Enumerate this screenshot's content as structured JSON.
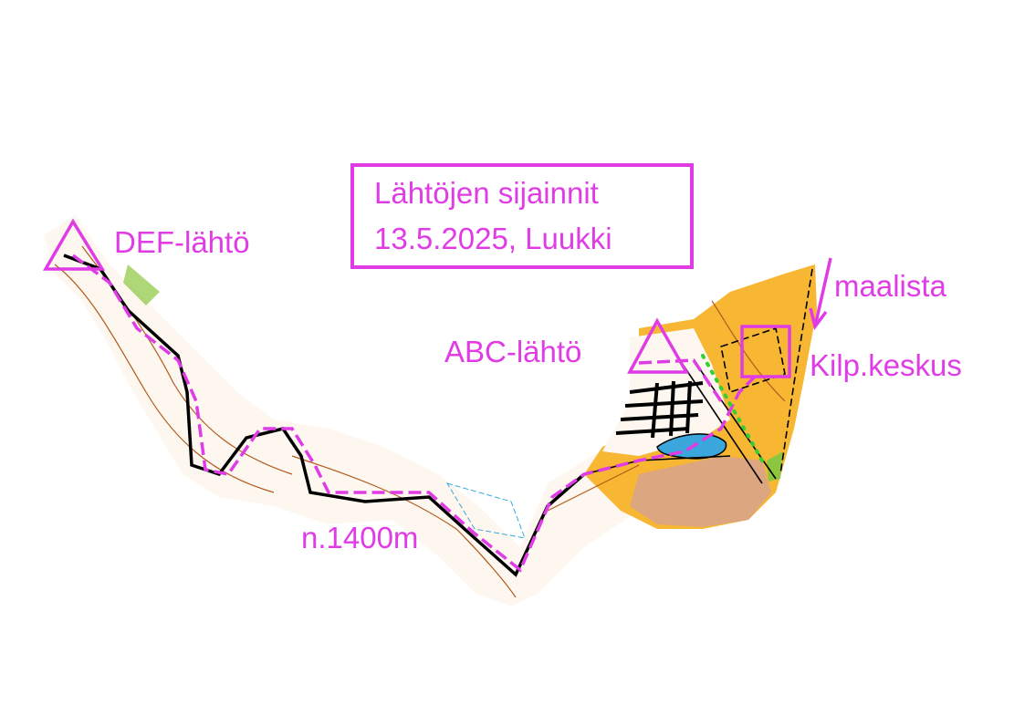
{
  "title": {
    "line1": "Lähtöjen sijainnit",
    "line2": "13.5.2025, Luukki"
  },
  "labels": {
    "def_start": "DEF-lähtö",
    "abc_start": "ABC-lähtö",
    "from_finish": "maalista",
    "event_centre": "Kilp.keskus",
    "distance": "n.1400m"
  },
  "colors": {
    "course_magenta": "#e03ce6",
    "open_land": "#f7b733",
    "water": "#3aa6dc",
    "paved": "#dca680",
    "contour": "#b25a1e",
    "green": "#8cc63f"
  }
}
